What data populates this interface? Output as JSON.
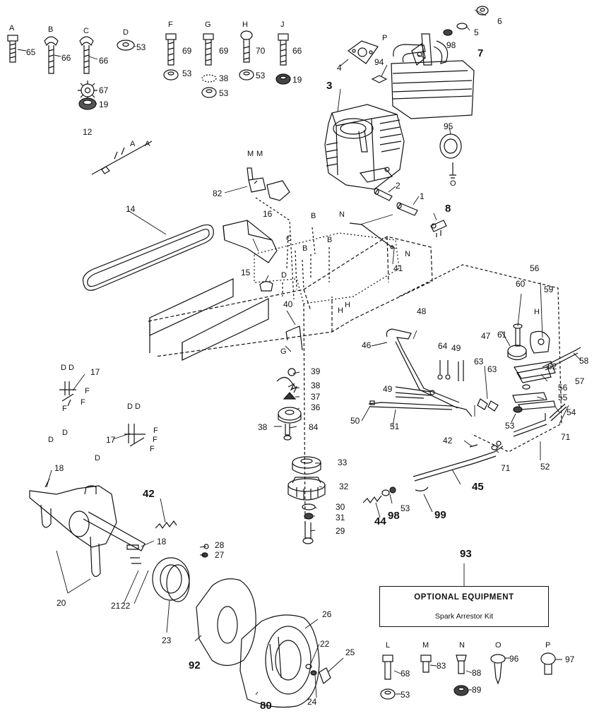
{
  "hardware_row_top": {
    "letters": [
      "A",
      "B",
      "C",
      "D",
      "F",
      "G",
      "H",
      "J"
    ],
    "numbers": [
      "65",
      "66",
      "66",
      "53",
      "67",
      "19",
      "69",
      "53",
      "69",
      "38",
      "53",
      "70",
      "53",
      "66",
      "19"
    ]
  },
  "part_numbers": [
    "1",
    "2",
    "3",
    "4",
    "5",
    "6",
    "7",
    "8",
    "12",
    "14",
    "15",
    "16",
    "17",
    "17",
    "18",
    "18",
    "20",
    "21",
    "22",
    "22",
    "23",
    "24",
    "25",
    "26",
    "27",
    "28",
    "29",
    "30",
    "31",
    "32",
    "33",
    "36",
    "37",
    "38",
    "38",
    "39",
    "40",
    "41",
    "42",
    "42",
    "44",
    "45",
    "46",
    "47",
    "48",
    "49",
    "49",
    "50",
    "51",
    "52",
    "53",
    "53",
    "54",
    "55",
    "56",
    "56",
    "57",
    "58",
    "59",
    "60",
    "61",
    "62",
    "63",
    "63",
    "64",
    "71",
    "71",
    "80",
    "82",
    "84",
    "92",
    "93",
    "94",
    "95",
    "98",
    "98",
    "99"
  ],
  "diagram_letters": [
    "P",
    "M",
    "M",
    "A",
    "A",
    "B",
    "B",
    "B",
    "C",
    "D",
    "H",
    "H",
    "N",
    "N",
    "O",
    "G",
    "D",
    "D",
    "F",
    "F",
    "F",
    "D",
    "D",
    "F",
    "F",
    "F",
    "D",
    "D",
    "D",
    "H"
  ],
  "optional_equipment": {
    "title": "OPTIONAL EQUIPMENT",
    "item": "Spark Arrestor Kit"
  },
  "hardware_row_bottom": {
    "letters": [
      "L",
      "M",
      "N",
      "O",
      "P"
    ],
    "numbers": [
      "68",
      "53",
      "83",
      "88",
      "89",
      "96",
      "97"
    ]
  }
}
